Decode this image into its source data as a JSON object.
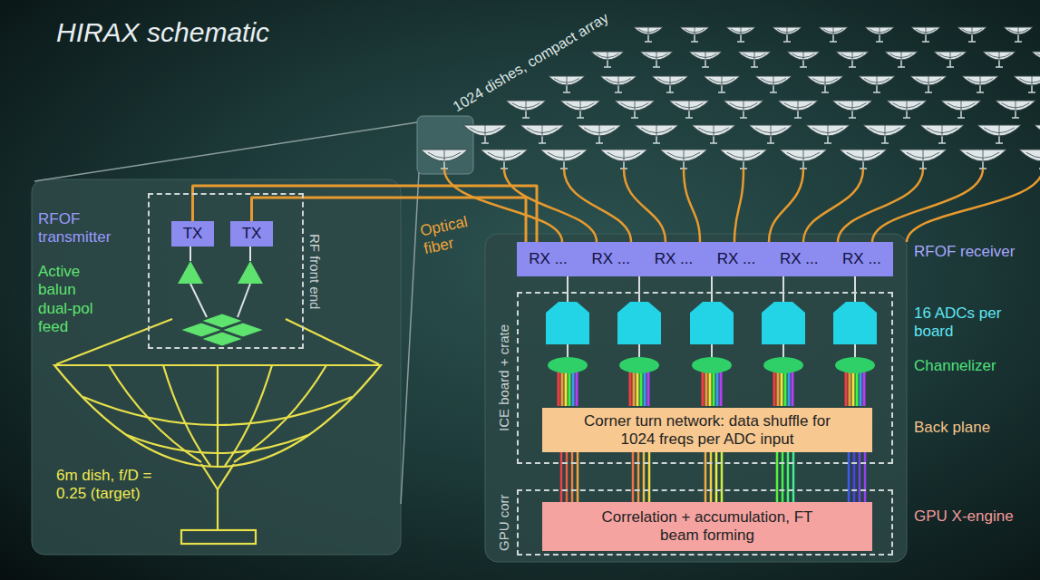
{
  "diagram": {
    "title": "HIRAX schematic",
    "nodes": [
      {
        "text": [
          "RF front end"
        ]
      },
      {
        "text": [
          "TX"
        ],
        "in": 0
      },
      {
        "text": [
          "TX"
        ],
        "in": 0
      },
      {
        "text": [
          "RX ...",
          "RX ...",
          "RX ...",
          "RX ...",
          "RX ...",
          "RX ..."
        ]
      },
      {
        "text": [
          "ICE board + crate"
        ]
      },
      {
        "text": [
          "Corner turn network: data shuffle for 1024 freqs per ADC input"
        ],
        "in": 4
      },
      {
        "text": [
          "GPU corr"
        ]
      },
      {
        "text": [
          "Correlation + accumulation, FT beam forming"
        ],
        "in": 6
      }
    ],
    "edges": [
      {
        "from": 1,
        "to": 3,
        "arrow": "none"
      },
      {
        "from": 2,
        "to": 3,
        "arrow": "none"
      },
      {
        "from": 5,
        "to": 7,
        "arrow": "none"
      }
    ],
    "labels": [
      "1024 dishes, compact array",
      "RFOF transmitter",
      "Active balun dual-pol feed",
      "6m dish, f/D = 0.25 (target)",
      "Optical fiber",
      "RFOF receiver",
      "16 ADCs per board",
      "Channelizer",
      "Back plane",
      "GPU X-engine"
    ]
  }
}
